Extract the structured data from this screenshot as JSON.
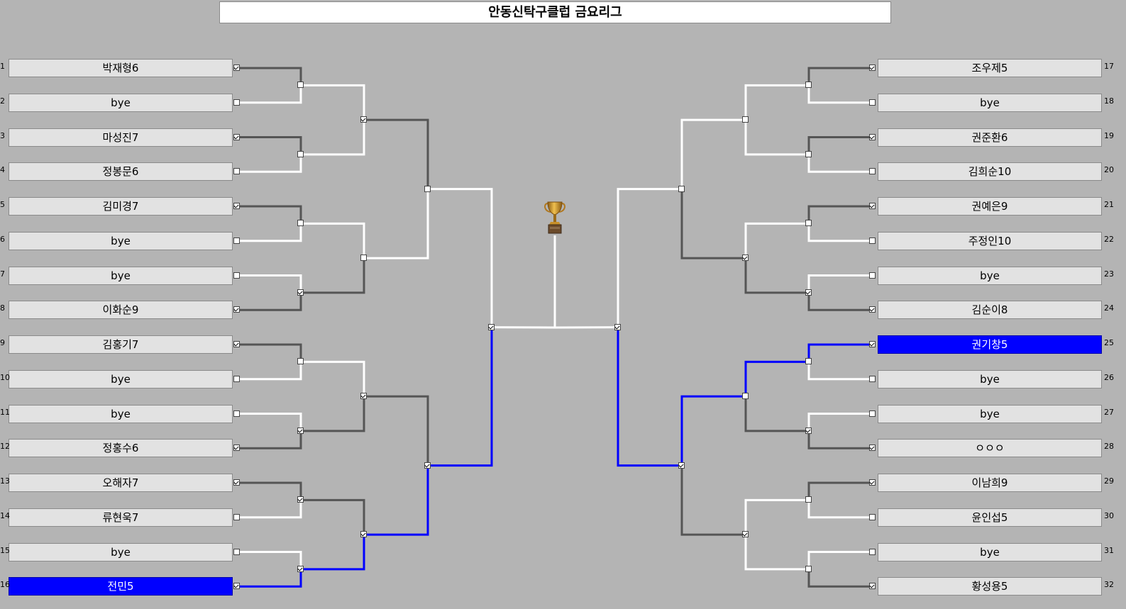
{
  "title": "안동신탁구클럽 금요리그",
  "colors": {
    "background": "#b4b4b4",
    "slot": "#e2e2e2",
    "winner_highlight": "#0000ff",
    "line_win": "#555555",
    "line_lose": "#ffffff",
    "line_champion_path": "#0000ff"
  },
  "trophy_icon": "trophy-icon",
  "left_players": [
    {
      "num": "1",
      "name": "박재형6",
      "checked": true,
      "selected": false
    },
    {
      "num": "2",
      "name": "bye",
      "checked": false,
      "selected": false
    },
    {
      "num": "3",
      "name": "마성진7",
      "checked": true,
      "selected": false
    },
    {
      "num": "4",
      "name": "정봉문6",
      "checked": false,
      "selected": false
    },
    {
      "num": "5",
      "name": "김미경7",
      "checked": true,
      "selected": false
    },
    {
      "num": "6",
      "name": "bye",
      "checked": false,
      "selected": false
    },
    {
      "num": "7",
      "name": "bye",
      "checked": false,
      "selected": false
    },
    {
      "num": "8",
      "name": "이화순9",
      "checked": true,
      "selected": false
    },
    {
      "num": "9",
      "name": "김홍기7",
      "checked": true,
      "selected": false
    },
    {
      "num": "10",
      "name": "bye",
      "checked": false,
      "selected": false
    },
    {
      "num": "11",
      "name": "bye",
      "checked": false,
      "selected": false
    },
    {
      "num": "12",
      "name": "정홍수6",
      "checked": true,
      "selected": false
    },
    {
      "num": "13",
      "name": "오해자7",
      "checked": true,
      "selected": false
    },
    {
      "num": "14",
      "name": "류현욱7",
      "checked": false,
      "selected": false
    },
    {
      "num": "15",
      "name": "bye",
      "checked": false,
      "selected": false
    },
    {
      "num": "16",
      "name": "전민5",
      "checked": true,
      "selected": true
    }
  ],
  "right_players": [
    {
      "num": "17",
      "name": "조우제5",
      "checked": true,
      "selected": false
    },
    {
      "num": "18",
      "name": "bye",
      "checked": false,
      "selected": false
    },
    {
      "num": "19",
      "name": "권준환6",
      "checked": true,
      "selected": false
    },
    {
      "num": "20",
      "name": "김희순10",
      "checked": false,
      "selected": false
    },
    {
      "num": "21",
      "name": "권예은9",
      "checked": true,
      "selected": false
    },
    {
      "num": "22",
      "name": "주정인10",
      "checked": false,
      "selected": false
    },
    {
      "num": "23",
      "name": "bye",
      "checked": false,
      "selected": false
    },
    {
      "num": "24",
      "name": "김순이8",
      "checked": true,
      "selected": false
    },
    {
      "num": "25",
      "name": "권기창5",
      "checked": true,
      "selected": true
    },
    {
      "num": "26",
      "name": "bye",
      "checked": false,
      "selected": false
    },
    {
      "num": "27",
      "name": "bye",
      "checked": false,
      "selected": false
    },
    {
      "num": "28",
      "name": "ㅇㅇㅇ",
      "checked": true,
      "selected": false
    },
    {
      "num": "29",
      "name": "이남희9",
      "checked": true,
      "selected": false
    },
    {
      "num": "30",
      "name": "윤인섭5",
      "checked": false,
      "selected": false
    },
    {
      "num": "31",
      "name": "bye",
      "checked": false,
      "selected": false
    },
    {
      "num": "32",
      "name": "황성용5",
      "checked": true,
      "selected": false
    }
  ],
  "left_rounds": {
    "r1": [
      0,
      0,
      0,
      1,
      0,
      1,
      1,
      1
    ],
    "r2": [
      1,
      0,
      1,
      1
    ],
    "r3": [
      0,
      1
    ],
    "r4": [
      1
    ]
  },
  "right_rounds": {
    "r1": [
      0,
      0,
      0,
      1,
      0,
      1,
      0,
      0
    ],
    "r2": [
      0,
      1,
      0,
      1
    ],
    "r3": [
      0,
      1
    ],
    "r4": [
      1
    ]
  }
}
